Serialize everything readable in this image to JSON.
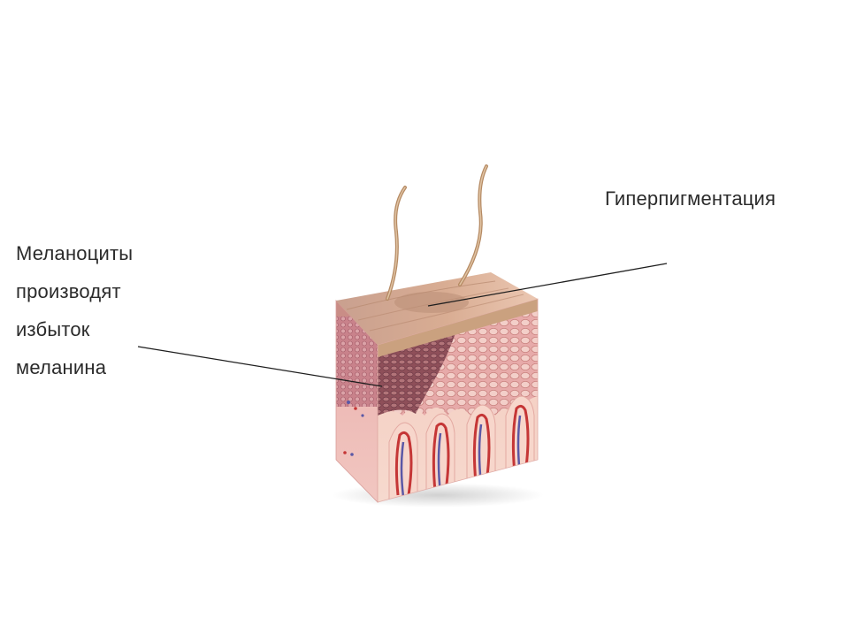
{
  "labels": {
    "melanocytes": [
      "Меланоциты",
      "производят",
      "избыток",
      "меланина"
    ],
    "hyperpigmentation": "Гиперпигментация"
  },
  "colors": {
    "background": "#ffffff",
    "text": "#2b2b2b",
    "leader_line": "#1e1e1e",
    "surface": "#e2b99d",
    "dermis": "#f2cdbf",
    "pigment": "#9a5a5f",
    "artery": "#c53636",
    "vein": "#5a58a6",
    "hair": "#c9a27a"
  }
}
